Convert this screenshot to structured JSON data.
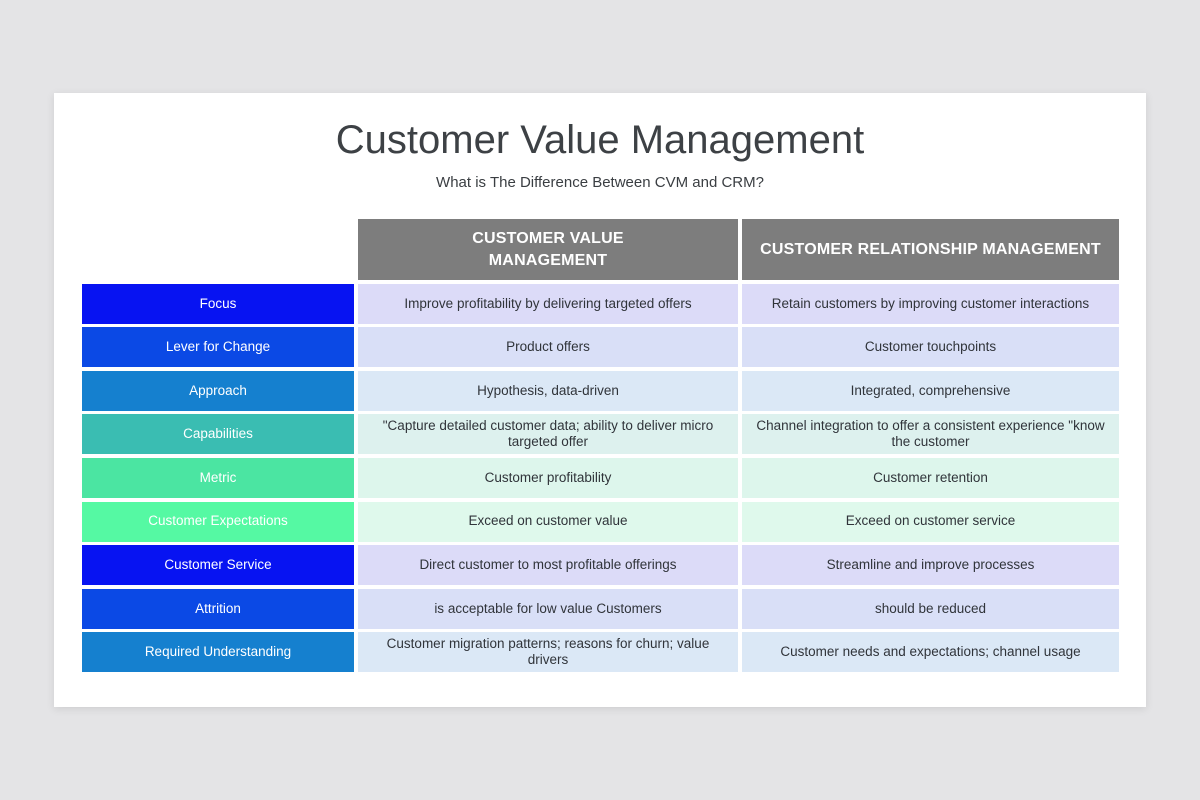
{
  "slide": {
    "title": "Customer Value Management",
    "subtitle": "What is The Difference Between CVM and CRM?"
  },
  "table": {
    "column_headers": {
      "cvm": "CUSTOMER VALUE MANAGEMENT",
      "crm": "CUSTOMER RELATIONSHIP MANAGEMENT"
    },
    "rows": [
      {
        "label": "Focus",
        "cvm": "Improve profitability by delivering targeted offers",
        "crm": "Retain customers by improving customer interactions"
      },
      {
        "label": "Lever for Change",
        "cvm": "Product offers",
        "crm": "Customer touchpoints"
      },
      {
        "label": "Approach",
        "cvm": "Hypothesis, data-driven",
        "crm": "Integrated, comprehensive"
      },
      {
        "label": "Capabilities",
        "cvm": "\"Capture detailed customer data; ability to deliver micro targeted offer",
        "crm": "Channel integration to offer a consistent experience \"know the customer"
      },
      {
        "label": "Metric",
        "cvm": "Customer profitability",
        "crm": "Customer retention"
      },
      {
        "label": "Customer Expectations",
        "cvm": "Exceed on customer value",
        "crm": "Exceed on customer service"
      },
      {
        "label": "Customer Service",
        "cvm": "Direct customer to most profitable offerings",
        "crm": "Streamline and improve processes"
      },
      {
        "label": "Attrition",
        "cvm": "is acceptable for low value Customers",
        "crm": "should be reduced"
      },
      {
        "label": "Required Understanding",
        "cvm": "Customer migration patterns; reasons for churn; value drivers",
        "crm": "Customer needs and expectations; channel usage"
      }
    ],
    "colors": {
      "header_bg": "#7d7d7d",
      "header_text": "#ffffff",
      "label_text": "#ffffff",
      "cell_text": "#30343a",
      "label_palette": [
        "#0713f2",
        "#0b49e5",
        "#1580cf",
        "#3abdb2",
        "#4be5a2",
        "#55f9a3",
        "#0713f2",
        "#0b49e5",
        "#1580cf"
      ],
      "cell_palette": [
        "#dcdbf8",
        "#d9dff7",
        "#dbe8f6",
        "#ddf1ee",
        "#ddf6ec",
        "#dff9ec",
        "#dcdbf8",
        "#d9dff7",
        "#dbe8f6"
      ]
    }
  }
}
